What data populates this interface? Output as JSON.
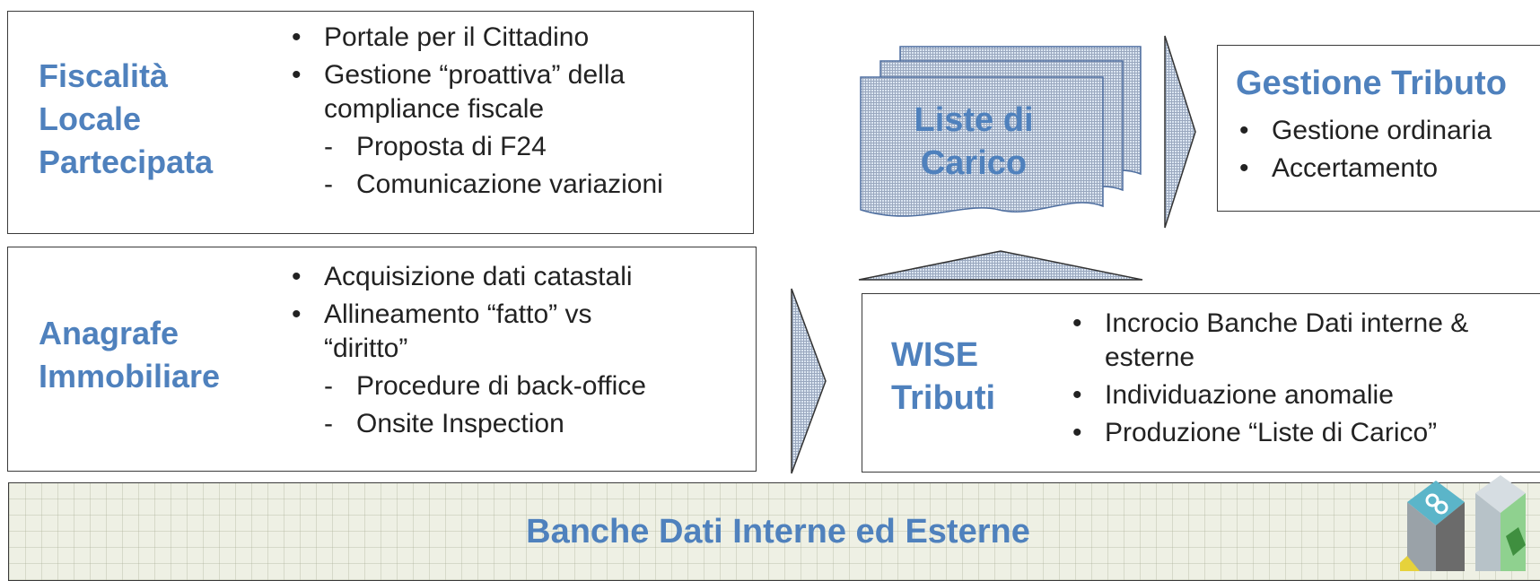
{
  "fiscalita": {
    "title": "Fiscalità\nLocale\nPartecipata",
    "items": [
      "Portale per il Cittadino",
      "Gestione “proattiva” della compliance fiscale",
      "Proposta di F24",
      "Comunicazione variazioni"
    ]
  },
  "anagrafe": {
    "title": "Anagrafe\nImmobiliare",
    "items": [
      "Acquisizione dati catastali",
      "Allineamento “fatto” vs “diritto”",
      "Procedure di back-office",
      "Onsite Inspection"
    ]
  },
  "liste": {
    "title": "Liste di\nCarico"
  },
  "gestione": {
    "title": "Gestione Tributo",
    "items": [
      "Gestione ordinaria",
      "Accertamento"
    ]
  },
  "wise": {
    "title": "WISE\nTributi",
    "items": [
      "Incrocio Banche Dati interne & esterne",
      "Individuazione anomalie",
      "Produzione “Liste di Carico”"
    ]
  },
  "banche": {
    "title": "Banche Dati Interne ed Esterne"
  },
  "colors": {
    "accent": "#4f81bd",
    "hatch": "#dbe5f1"
  }
}
